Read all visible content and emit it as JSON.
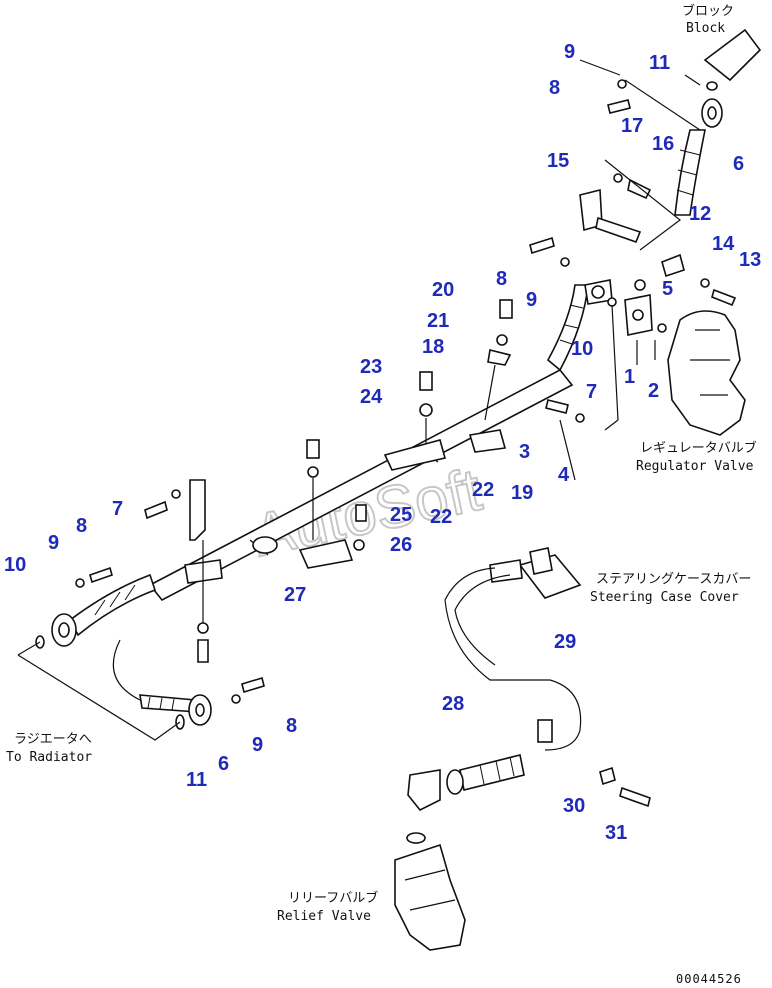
{
  "labels": {
    "block_jp": "ブロック",
    "block_en": "Block",
    "regulator_jp": "レギュレータバルブ",
    "regulator_en": "Regulator Valve",
    "steering_jp": "ステアリングケースカバー",
    "steering_en": "Steering Case Cover",
    "radiator_jp": "ラジエータへ",
    "radiator_en": "To Radiator",
    "relief_jp": "リリーフバルブ",
    "relief_en": "Relief Valve"
  },
  "watermark": "AutoSoft",
  "drawing_code": "00044526",
  "callouts": [
    {
      "id": "c1",
      "text": "1"
    },
    {
      "id": "c2",
      "text": "2"
    },
    {
      "id": "c3",
      "text": "3"
    },
    {
      "id": "c4",
      "text": "4"
    },
    {
      "id": "c5",
      "text": "5"
    },
    {
      "id": "c6a",
      "text": "6"
    },
    {
      "id": "c6b",
      "text": "6"
    },
    {
      "id": "c7a",
      "text": "7"
    },
    {
      "id": "c7b",
      "text": "7"
    },
    {
      "id": "c8a",
      "text": "8"
    },
    {
      "id": "c8b",
      "text": "8"
    },
    {
      "id": "c8c",
      "text": "8"
    },
    {
      "id": "c8d",
      "text": "8"
    },
    {
      "id": "c9a",
      "text": "9"
    },
    {
      "id": "c9b",
      "text": "9"
    },
    {
      "id": "c9c",
      "text": "9"
    },
    {
      "id": "c9d",
      "text": "9"
    },
    {
      "id": "c10a",
      "text": "10"
    },
    {
      "id": "c10b",
      "text": "10"
    },
    {
      "id": "c11a",
      "text": "11"
    },
    {
      "id": "c11b",
      "text": "11"
    },
    {
      "id": "c12",
      "text": "12"
    },
    {
      "id": "c13",
      "text": "13"
    },
    {
      "id": "c14",
      "text": "14"
    },
    {
      "id": "c15",
      "text": "15"
    },
    {
      "id": "c16",
      "text": "16"
    },
    {
      "id": "c17",
      "text": "17"
    },
    {
      "id": "c18",
      "text": "18"
    },
    {
      "id": "c19",
      "text": "19"
    },
    {
      "id": "c20",
      "text": "20"
    },
    {
      "id": "c21",
      "text": "21"
    },
    {
      "id": "c22a",
      "text": "22"
    },
    {
      "id": "c22b",
      "text": "22"
    },
    {
      "id": "c23",
      "text": "23"
    },
    {
      "id": "c24",
      "text": "24"
    },
    {
      "id": "c25",
      "text": "25"
    },
    {
      "id": "c26",
      "text": "26"
    },
    {
      "id": "c27",
      "text": "27"
    },
    {
      "id": "c28",
      "text": "28"
    },
    {
      "id": "c29",
      "text": "29"
    },
    {
      "id": "c30",
      "text": "30"
    },
    {
      "id": "c31",
      "text": "31"
    }
  ]
}
